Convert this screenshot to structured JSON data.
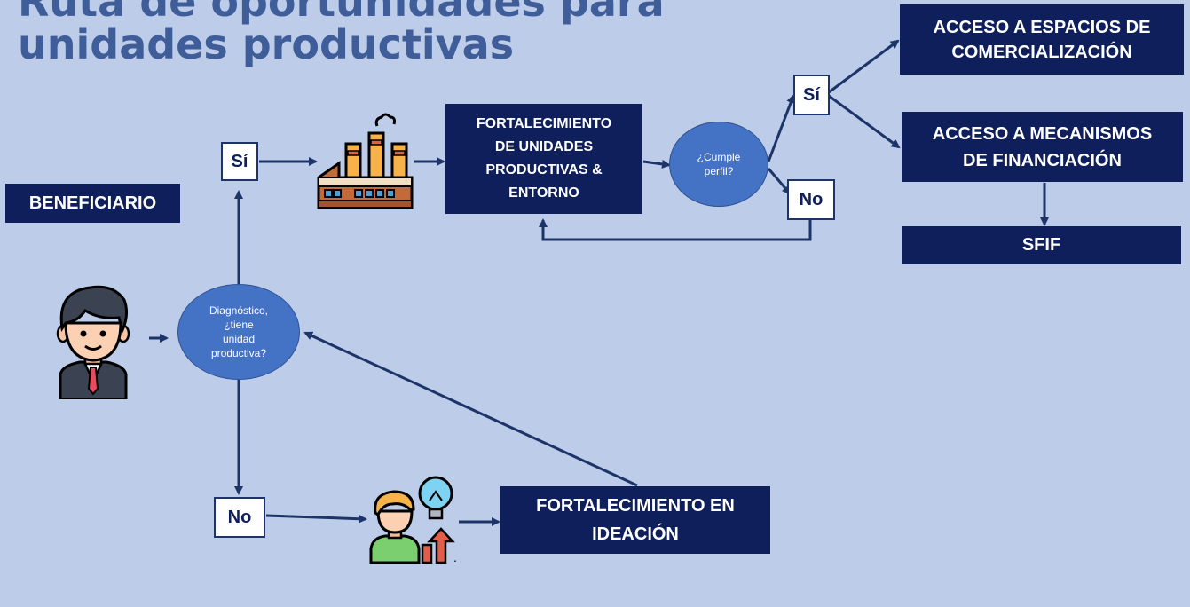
{
  "title": {
    "line1": "Ruta de oportunidades para",
    "line2": "unidades productivas"
  },
  "nodes": {
    "beneficiario": "BENEFICIARIO",
    "diagnostico": [
      "Diagnóstico,",
      "¿tiene",
      "unidad",
      "productiva?"
    ],
    "si_top": "Sí",
    "no_bottom": "No",
    "fortalecimiento_unidades": [
      "FORTALECIMIENTO",
      "DE UNIDADES",
      "PRODUCTIVAS &",
      "ENTORNO"
    ],
    "cumple_perfil": [
      "¿Cumple",
      "perfil?"
    ],
    "si_right": "Sí",
    "no_right": "No",
    "acceso_espacios": [
      "ACCESO A ESPACIOS DE",
      "COMERCIALIZACIÓN"
    ],
    "acceso_mecanismos": [
      "ACCESO A MECANISMOS",
      "DE FINANCIACIÓN"
    ],
    "sfif": "SFIF",
    "fortalecimiento_ideacion": [
      "FORTALECIMIENTO EN",
      "IDEACIÓN"
    ],
    "dot": "."
  },
  "icons": [
    "businessman-icon",
    "factory-icon",
    "idea-person-icon"
  ],
  "colors": {
    "background": "#bdcde9",
    "title": "#3e5d99",
    "box": "#0e1f5b",
    "oval": "#4472c4",
    "arrow": "#1d3468"
  }
}
